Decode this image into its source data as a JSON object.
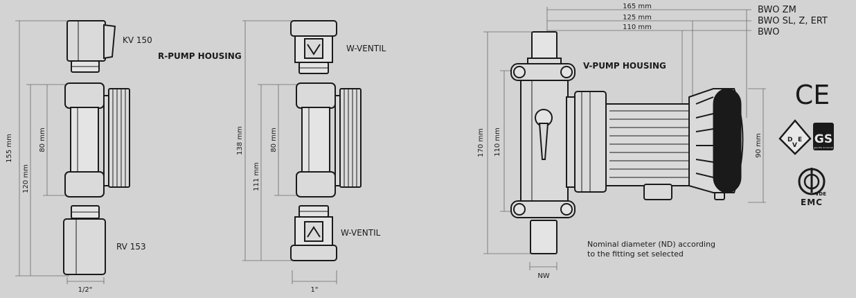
{
  "labels": {
    "kv150": "KV 150",
    "rv153": "RV 153",
    "r_pump_housing": "R-PUMP HOUSING",
    "w_ventil_top": "W-VENTIL",
    "w_ventil_bottom": "W-VENTIL",
    "v_pump_housing": "V-PUMP HOUSING",
    "bwo_zm": "BWO ZM",
    "bwo_sl": "BWO SL, Z, ERT",
    "bwo": "BWO",
    "nominal_line1": "Nominal diameter (ND) according",
    "nominal_line2": "to the fitting set selected"
  },
  "dimensions": {
    "r_155": "155 mm",
    "r_120": "120 mm",
    "r_80": "80 mm",
    "r_half_inch": "1/2\"",
    "w_138": "138 mm",
    "w_111": "111 mm",
    "w_80": "80 mm",
    "w_one_inch": "1\"",
    "v_165": "165 mm",
    "v_125": "125 mm",
    "v_110": "110 mm",
    "v_170": "170 mm",
    "v_110_side": "110 mm",
    "v_90": "90 mm",
    "nw": "NW"
  },
  "marks": {
    "ce": "CE",
    "vde_letters": [
      "D",
      "V",
      "E"
    ],
    "gs": "GS",
    "gs_small": "geprüfte Sicherheit",
    "emc_vde": "VDE",
    "emc": "EMC"
  },
  "icons": [
    "ce-mark-icon",
    "vde-mark-icon",
    "gs-mark-icon",
    "emc-mark-icon"
  ]
}
